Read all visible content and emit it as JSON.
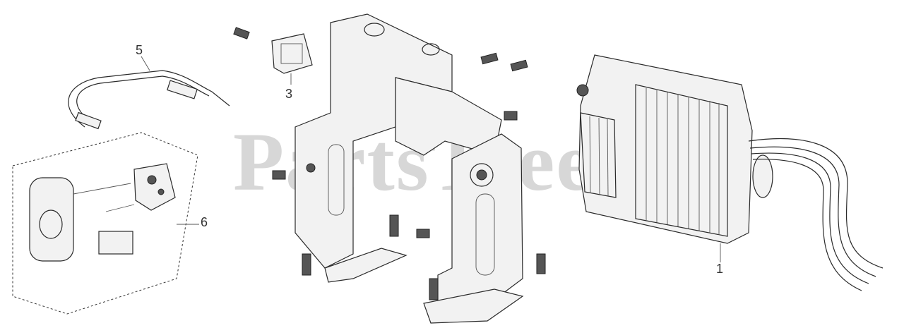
{
  "watermark": {
    "text": "PartsTree"
  },
  "callouts": [
    {
      "id": "1",
      "label": "1"
    },
    {
      "id": "3",
      "label": "3"
    },
    {
      "id": "5",
      "label": "5"
    },
    {
      "id": "6",
      "label": "6"
    }
  ],
  "colors": {
    "line": "#2a2a2a",
    "watermark": "#d7d7d7",
    "background": "#ffffff"
  }
}
